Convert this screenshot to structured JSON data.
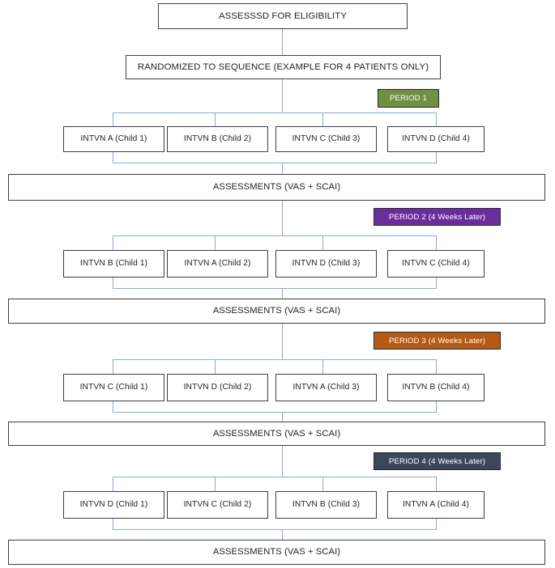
{
  "diagram": {
    "title": "CONSORT-style cross-over trial flow diagram",
    "nodes": {
      "eligibility": "ASSESSSD FOR ELIGIBILITY",
      "randomized": "RANDOMIZED TO SEQUENCE (EXAMPLE FOR 4 PATIENTS ONLY)",
      "assessment_label": "ASSESSMENTS (VAS + SCAI)"
    },
    "periods": [
      {
        "label": "PERIOD 1",
        "color": "#6f8f42"
      },
      {
        "label": "PERIOD 2 (4 Weeks Later)",
        "color": "#6c2d9c"
      },
      {
        "label": "PERIOD 3 (4 Weeks Later)",
        "color": "#b45a15"
      },
      {
        "label": "PERIOD 4 (4 Weeks Later)",
        "color": "#3d475c"
      }
    ],
    "sequences": [
      {
        "period": "PERIOD 1",
        "arms": [
          "INTVN A (Child 1)",
          "INTVN B (Child 2)",
          "INTVN C (Child 3)",
          "INTVN D (Child 4)"
        ],
        "assessment": "ASSESSMENTS (VAS + SCAI)"
      },
      {
        "period": "PERIOD 2 (4 Weeks Later)",
        "arms": [
          "INTVN B (Child 1)",
          "INTVN A (Child 2)",
          "INTVN D (Child 3)",
          "INTVN C (Child 4)"
        ],
        "assessment": "ASSESSMENTS (VAS + SCAI)"
      },
      {
        "period": "PERIOD 3 (4 Weeks Later)",
        "arms": [
          "INTVN C (Child 1)",
          "INTVN D (Child 2)",
          "INTVN A (Child 3)",
          "INTVN B (Child 4)"
        ],
        "assessment": "ASSESSMENTS (VAS + SCAI)"
      },
      {
        "period": "PERIOD 4 (4 Weeks Later)",
        "arms": [
          "INTVN D (Child 1)",
          "INTVN C (Child 2)",
          "INTVN B (Child 3)",
          "INTVN A (Child 4)"
        ],
        "assessment": "ASSESSMENTS (VAS + SCAI)"
      }
    ],
    "style": {
      "connector_color": "#8ea9db",
      "box_border_color": "#3f3f3f",
      "box_fill": "#ffffff",
      "text_color": "#231f20",
      "canvas_background": "#ffffff"
    }
  }
}
